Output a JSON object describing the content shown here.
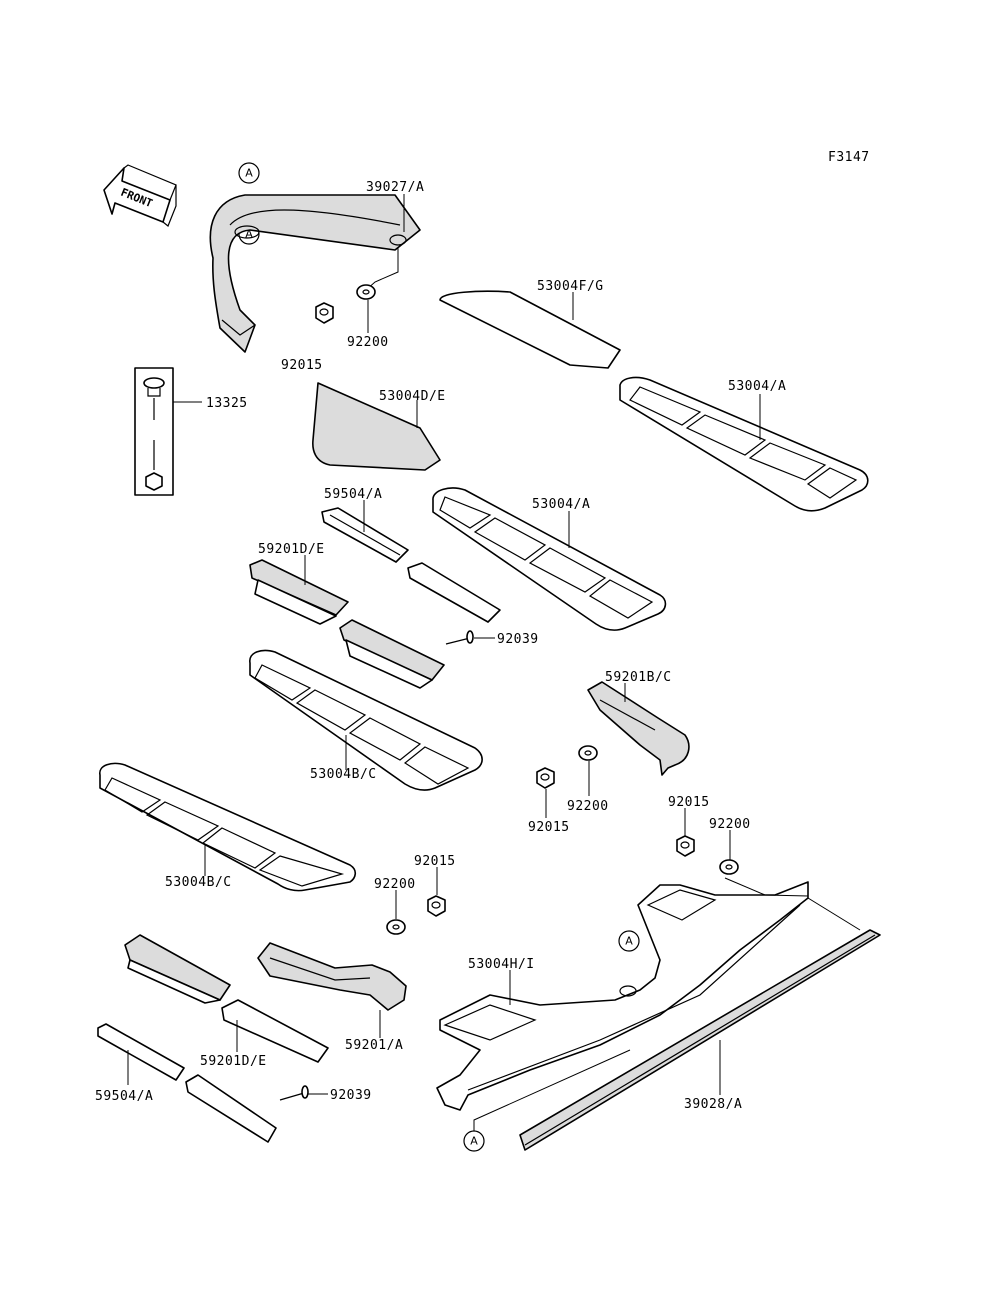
{
  "figure_code": "F3147",
  "front_label": "FRONT",
  "ref_letter": "A",
  "labels": {
    "p39027A": "39027/A",
    "p53004FG": "53004F/G",
    "p92200a": "92200",
    "p92015a": "92015",
    "p13325": "13325",
    "p53004DE": "53004D/E",
    "p53004A1": "53004/A",
    "p59504A1": "59504/A",
    "p53004A2": "53004/A",
    "p59201DE1": "59201D/E",
    "p92039a": "92039",
    "p59201BC": "59201B/C",
    "p53004BC1": "53004B/C",
    "p92200b": "92200",
    "p92015b": "92015",
    "p92015c": "92015",
    "p92200c": "92200",
    "p53004BC2": "53004B/C",
    "p92015d": "92015",
    "p92200d": "92200",
    "p53004HI": "53004H/I",
    "p59201A": "59201/A",
    "p59201DE2": "59201D/E",
    "p59504A2": "59504/A",
    "p92039b": "92039",
    "p39028A": "39028/A"
  }
}
